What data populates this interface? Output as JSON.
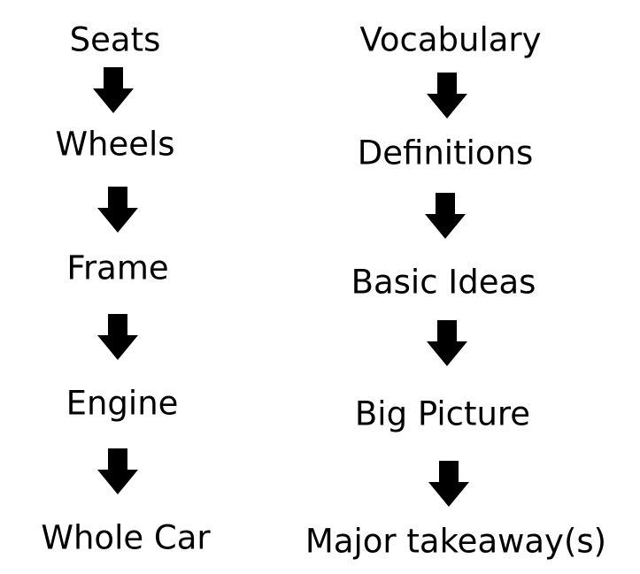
{
  "left_column": {
    "items": [
      "Seats",
      "Wheels",
      "Frame",
      "Engine",
      "Whole Car"
    ]
  },
  "right_column": {
    "items": [
      "Vocabulary",
      "Definitions",
      "Basic Ideas",
      "Big Picture",
      "Major takeaway(s)"
    ]
  },
  "arrow_icon": "down-arrow-icon",
  "colors": {
    "text": "#000000",
    "arrow": "#000000",
    "background": "#ffffff"
  }
}
